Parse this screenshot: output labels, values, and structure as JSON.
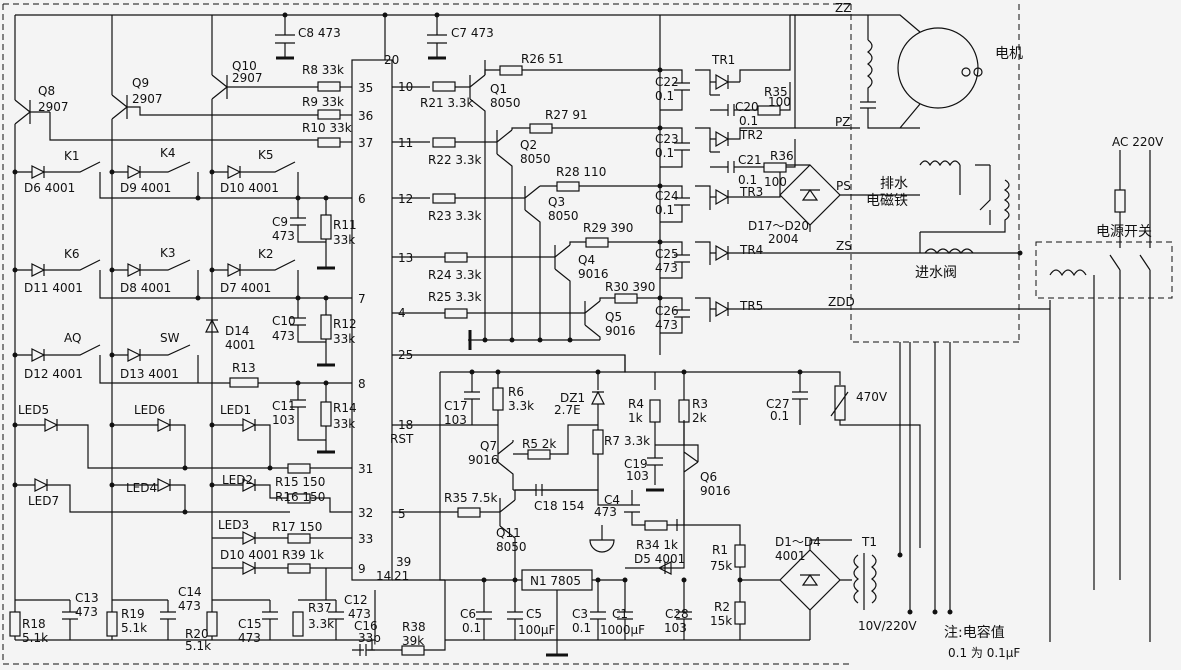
{
  "pins": {
    "p20": "20",
    "p35": "35",
    "p36": "36",
    "p37": "37",
    "p6": "6",
    "p7": "7",
    "p8": "8",
    "p31": "31",
    "p32": "32",
    "p33": "33",
    "p9": "9",
    "p14": "14",
    "p21": "21",
    "p39": "39",
    "p10": "10",
    "p11": "11",
    "p12": "12",
    "p13": "13",
    "p4": "4",
    "p25": "25",
    "p18": "18",
    "p5": "5"
  },
  "labels": {
    "C8": "C8  473",
    "C7": "C7  473",
    "Q10": "Q10",
    "Q10_type": "2907",
    "Q9": "Q9",
    "Q9_type": "2907",
    "Q8": "Q8",
    "Q8_type": "2907",
    "R8": "R8  33k",
    "R9": "R9  33k",
    "R10": "R10  33k",
    "K1": "K1",
    "K4": "K4",
    "K5": "K5",
    "D6": "D6  4001",
    "D9": "D9  4001",
    "D10": "D10  4001",
    "C9": "C9",
    "C9_val": "473",
    "R11": "R11",
    "R11_val": "33k",
    "K6": "K6",
    "K3": "K3",
    "K2": "K2",
    "D11": "D11  4001",
    "D8": "D8  4001",
    "D7": "D7  4001",
    "C10": "C10",
    "C10_val": "473",
    "R12": "R12",
    "R12_val": "33k",
    "D14": "D14",
    "D14_val": "4001",
    "AQ": "AQ",
    "SW": "SW",
    "D12": "D12  4001",
    "D13": "D13  4001",
    "R13": "R13",
    "C11": "C11",
    "C11_val": "103",
    "R14": "R14",
    "R14_val": "33k",
    "LED5": "LED5",
    "LED6": "LED6",
    "LED1": "LED1",
    "R15": "R15  150",
    "LED7": "LED7",
    "LED4": "LED4",
    "LED2": "LED2",
    "R16": "R16  150",
    "LED3": "LED3",
    "R17": "R17  150",
    "D10b": "D10  4001",
    "R39": "R39  1k",
    "C13": "C13",
    "C13_val": "473",
    "R18": "R18",
    "R18_val": "5.1k",
    "C14": "C14",
    "C14_val": "473",
    "R19": "R19",
    "R19_val": "5.1k",
    "R20": "R20",
    "R20_val": "5.1k",
    "C15": "C15",
    "C15_val": "473",
    "R37": "R37",
    "R37_val": "3.3k",
    "C12": "C12",
    "C12_val": "473",
    "C16": "C16",
    "C16_val": "33p",
    "R38": "R38",
    "R38_val": "39k",
    "R26": "R26  51",
    "R21": "R21  3.3k",
    "Q1": "Q1",
    "Q1_type": "8050",
    "R27": "R27  91",
    "R22": "R22  3.3k",
    "Q2": "Q2",
    "Q2_type": "8050",
    "R28": "R28  110",
    "R23": "R23  3.3k",
    "Q3": "Q3",
    "Q3_type": "8050",
    "R29": "R29  390",
    "R24": "R24  3.3k",
    "Q4": "Q4",
    "Q4_type": "9016",
    "R30": "R30  390",
    "R25": "R25  3.3k",
    "Q5": "Q5",
    "Q5_type": "9016",
    "C22": "C22",
    "C22_val": "0.1",
    "C23": "C23",
    "C23_val": "0.1",
    "C24": "C24",
    "C24_val": "0.1",
    "C25": "C25",
    "C25_val": "473",
    "C26": "C26",
    "C26_val": "473",
    "TR1": "TR1",
    "TR2": "TR2",
    "TR3": "TR3",
    "TR4": "TR4",
    "TR5": "TR5",
    "C20": "C20",
    "C20_val": "0.1",
    "R35": "R35",
    "R35_val": "100",
    "C21": "C21",
    "C21_val": "0.1",
    "R36": "R36",
    "R36_val": "100",
    "D17_D20": "D17～D20",
    "D17_D20_val": "2004",
    "PS": "PS",
    "ZS": "ZS",
    "ZDD": "ZDD",
    "ZZ": "ZZ",
    "PZ": "PZ",
    "motor": "电机",
    "drain_line1": "排水",
    "drain_line2": "电磁铁",
    "inlet_valve": "进水阀",
    "power_switch": "电源开关",
    "AC": "AC  220V",
    "RST": "RST",
    "C17": "C17",
    "C17_val": "103",
    "R6": "R6",
    "R6_val": "3.3k",
    "DZ1": "DZ1",
    "DZ1_val": "2.7E",
    "R4": "R4",
    "R4_val": "1k",
    "R3": "R3",
    "R3_val": "2k",
    "C27": "C27",
    "C27_val": "0.1",
    "varistor": "470V",
    "R5": "R5  2k",
    "Q7": "Q7",
    "Q7_type": "9016",
    "R7": "R7",
    "R7b": "3.3k",
    "C19": "C19",
    "C19_val": "103",
    "Q6": "Q6",
    "Q6_type": "9016",
    "C18": "C18  154",
    "C4": "C4",
    "C4_val": "473",
    "R35b": "R35  7.5k",
    "Q11": "Q11",
    "Q11_type": "8050",
    "R34": "R34  1k",
    "D5": "D5  4001",
    "R1": "R1",
    "R1_val": "75k",
    "R2": "R2",
    "R2_val": "15k",
    "D1_D4": "D1～D4",
    "D1_D4_val": "4001",
    "T1": "T1",
    "T1_val": "10V/220V",
    "N1": "N1  7805",
    "C6": "C6",
    "C6_val": "0.1",
    "C5": "C5",
    "C5_val": "100μF",
    "C3": "C3",
    "C3_val": "0.1",
    "C1": "C1",
    "C1_val": "1000μF",
    "C28": "C28",
    "C28_val": "103",
    "note_line1": "注:电容值",
    "note_line2": "0.1 为 0.1μF"
  }
}
